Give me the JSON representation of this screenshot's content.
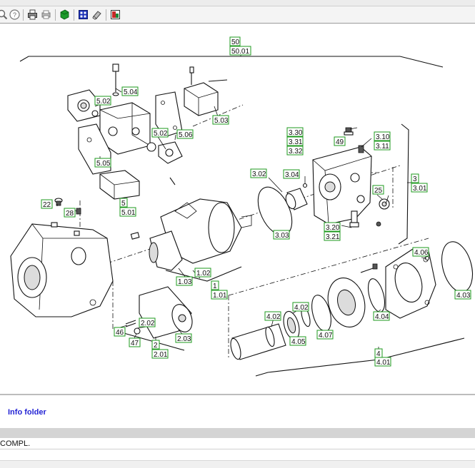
{
  "toolbar": {
    "buttons": [
      {
        "name": "zoom-icon",
        "color": "#666666"
      },
      {
        "name": "help-icon",
        "color": "#666666"
      },
      {
        "name": "print-icon",
        "color": "#444444"
      },
      {
        "name": "print-preview-icon",
        "color": "#777777"
      },
      {
        "name": "export-icon",
        "color": "#1c9a2a"
      },
      {
        "name": "grid-icon",
        "color": "#1a2fb8"
      },
      {
        "name": "eraser-icon",
        "color": "#555555"
      },
      {
        "name": "image-icon",
        "color": "#c62828"
      }
    ]
  },
  "diagram": {
    "labels": [
      "50",
      "50.01",
      "5.04",
      "5.02",
      "5.03",
      "5.02",
      "5.06",
      "5.05",
      "5",
      "5.01",
      "3.30",
      "3.31",
      "3.32",
      "49",
      "3.10",
      "3.11",
      "3.02",
      "3.04",
      "3",
      "3.01",
      "25",
      "3.20",
      "3.21",
      "3.03",
      "22",
      "28",
      "1.02",
      "1.03",
      "1",
      "1.01",
      "4.06",
      "4.03",
      "4.02",
      "4.02",
      "4.04",
      "4.07",
      "4.05",
      "2.02",
      "2.03",
      "46",
      "47",
      "2",
      "2.01",
      "4",
      "4.01"
    ],
    "accent_color": "#1e9a1e"
  },
  "info": {
    "label": "Info folder",
    "color": "#2323d4"
  },
  "table": {
    "row_text": "COMPL."
  }
}
